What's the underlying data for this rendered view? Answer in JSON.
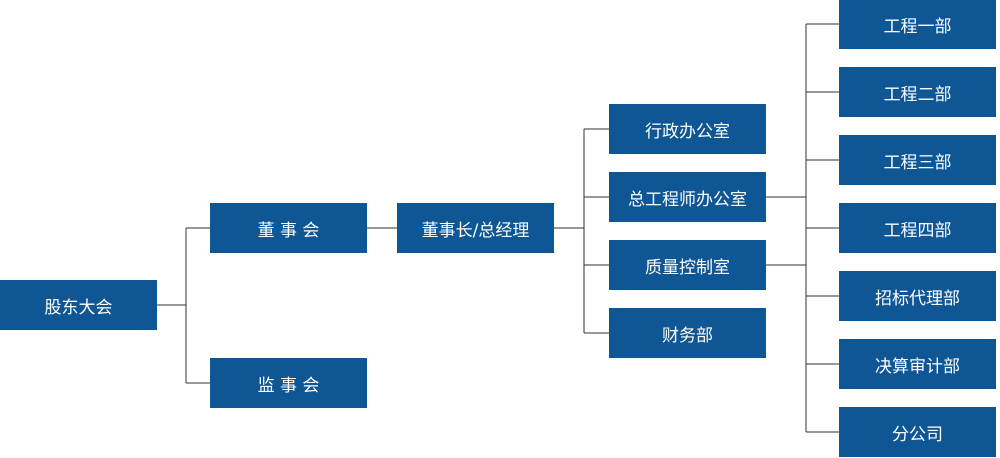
{
  "nodes": {
    "shareholders": "股东大会",
    "board": "董 事 会",
    "supervisors": "监 事 会",
    "chairman": "董事长/总经理",
    "admin_office": "行政办公室",
    "chief_engineer_office": "总工程师办公室",
    "quality_control": "质量控制室",
    "finance": "财务部",
    "engineering_1": "工程一部",
    "engineering_2": "工程二部",
    "engineering_3": "工程三部",
    "engineering_4": "工程四部",
    "bidding_agency": "招标代理部",
    "budget_audit": "决算审计部",
    "branch": "分公司"
  },
  "colors": {
    "box_fill": "#0e5694",
    "box_text": "#ffffff",
    "connector": "#333333"
  }
}
